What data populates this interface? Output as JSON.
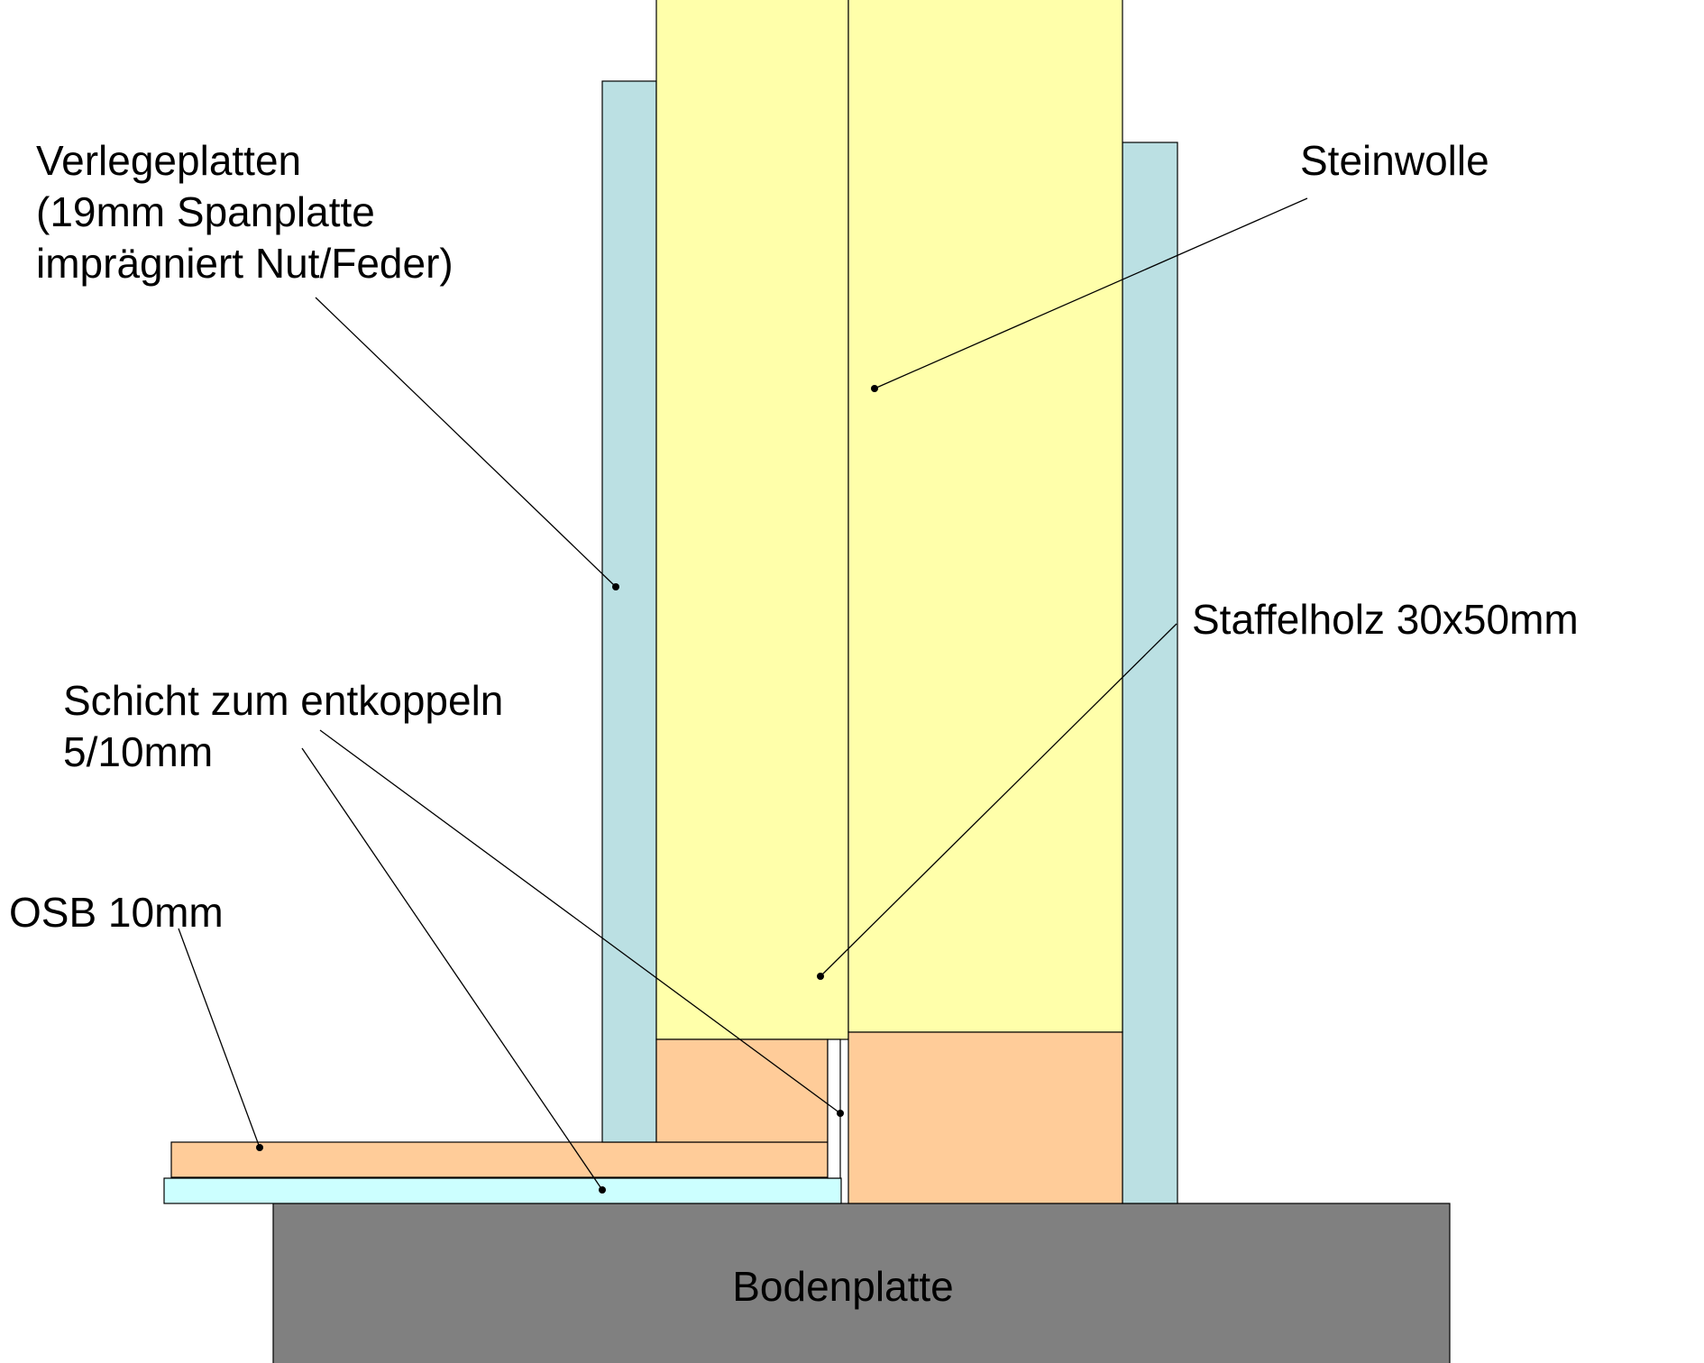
{
  "labels": {
    "verlegeplatten": [
      "Verlegeplatten",
      "(19mm Spanplatte",
      "imprägniert Nut/Feder)"
    ],
    "steinwolle": "Steinwolle",
    "staffelholz": "Staffelholz 30x50mm",
    "schicht": [
      "Schicht zum entkoppeln",
      "5/10mm"
    ],
    "osb": "OSB 10mm",
    "bodenplatte": "Bodenplatte"
  },
  "colors": {
    "steinwolle": "#FFFFAA",
    "verlegeplatten": "#BBE0E3",
    "holz": "#FFCC99",
    "entkopplung": "#CCFFFF",
    "bodenplatte": "#808080"
  }
}
